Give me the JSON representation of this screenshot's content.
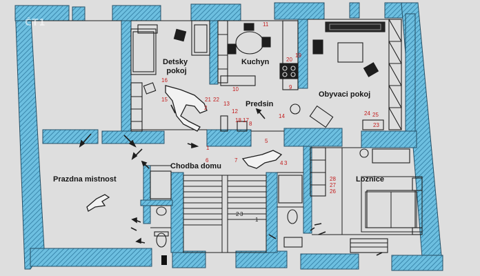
{
  "logo": {
    "text": "ČT1"
  },
  "rooms": {
    "detsky_line1": "Detsky",
    "detsky_line2": "pokoj",
    "kuchyn": "Kuchyn",
    "obyvaci": "Obyvaci pokoj",
    "predsin": "Predsin",
    "chodba": "Chodba domu",
    "prazdna": "Prazdna mistnost",
    "loznice": "Loznice"
  },
  "markers": [
    {
      "id": "n1",
      "text": "1"
    },
    {
      "id": "n2",
      "text": "2"
    },
    {
      "id": "n3",
      "text": "3"
    },
    {
      "id": "n4",
      "text": "4"
    },
    {
      "id": "n5",
      "text": "5"
    },
    {
      "id": "n6",
      "text": "6"
    },
    {
      "id": "n7",
      "text": "7"
    },
    {
      "id": "n8",
      "text": "8"
    },
    {
      "id": "n9",
      "text": "9"
    },
    {
      "id": "n10",
      "text": "10"
    },
    {
      "id": "n11",
      "text": "11"
    },
    {
      "id": "n12",
      "text": "12"
    },
    {
      "id": "n13",
      "text": "13"
    },
    {
      "id": "n14",
      "text": "14"
    },
    {
      "id": "n15",
      "text": "15"
    },
    {
      "id": "n16",
      "text": "16"
    },
    {
      "id": "n17",
      "text": "17"
    },
    {
      "id": "n18",
      "text": "18"
    },
    {
      "id": "n19",
      "text": "19"
    },
    {
      "id": "n20",
      "text": "20"
    },
    {
      "id": "n21",
      "text": "21"
    },
    {
      "id": "n22",
      "text": "22"
    },
    {
      "id": "n23",
      "text": "23"
    },
    {
      "id": "n24",
      "text": "24"
    },
    {
      "id": "n25",
      "text": "25"
    },
    {
      "id": "n26",
      "text": "26"
    },
    {
      "id": "n27",
      "text": "27"
    },
    {
      "id": "n28",
      "text": "28"
    },
    {
      "id": "n2b",
      "text": "2"
    },
    {
      "id": "n3b",
      "text": "3"
    },
    {
      "id": "n1b",
      "text": "1"
    }
  ],
  "colors": {
    "wall": "#5cb4d8",
    "hatch": "#2a6f92",
    "line": "#1d1d1d",
    "marker": "#c31c1c",
    "background": "#dedede"
  }
}
